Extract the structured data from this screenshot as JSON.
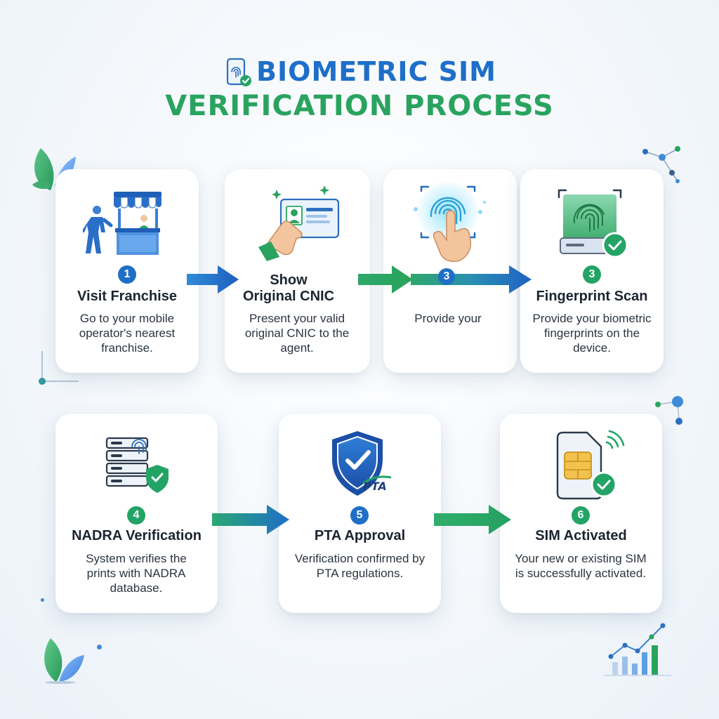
{
  "header": {
    "title_line1": "BIOMETRIC SIM",
    "title_line2": "VERIFICATION PROCESS"
  },
  "steps": [
    {
      "number": "1",
      "title": "Visit Franchise",
      "desc": "Go to your mobile operator's nearest franchise.",
      "icon": "franchise-kiosk-icon"
    },
    {
      "number": "",
      "title": "Show Original CNIC",
      "desc": "Present your valid original CNIC to the agent.",
      "icon": "cnic-card-icon"
    },
    {
      "number": "3",
      "title": "",
      "desc": "Provide your",
      "icon": "fingerprint-touch-icon"
    },
    {
      "number": "3",
      "title": "Fingerprint Scan",
      "desc": "Provide your biometric fingerprints on the device.",
      "icon": "fingerprint-scanner-icon"
    },
    {
      "number": "4",
      "title": "NADRA Verification",
      "desc": "System verifies the prints with NADRA database.",
      "icon": "database-fingerprint-icon"
    },
    {
      "number": "5",
      "title": "PTA Approval",
      "desc": "Verification confirmed by PTA regulations.",
      "icon": "pta-shield-icon"
    },
    {
      "number": "6",
      "title": "SIM Activated",
      "desc": "Your new or existing SIM is successfully activated.",
      "icon": "sim-activated-icon"
    }
  ],
  "pta_logo_text": "PTA",
  "colors": {
    "blue": "#1f6fc7",
    "green": "#23a466",
    "title_blue": "#1e6fc9",
    "title_green": "#2aa35f"
  }
}
